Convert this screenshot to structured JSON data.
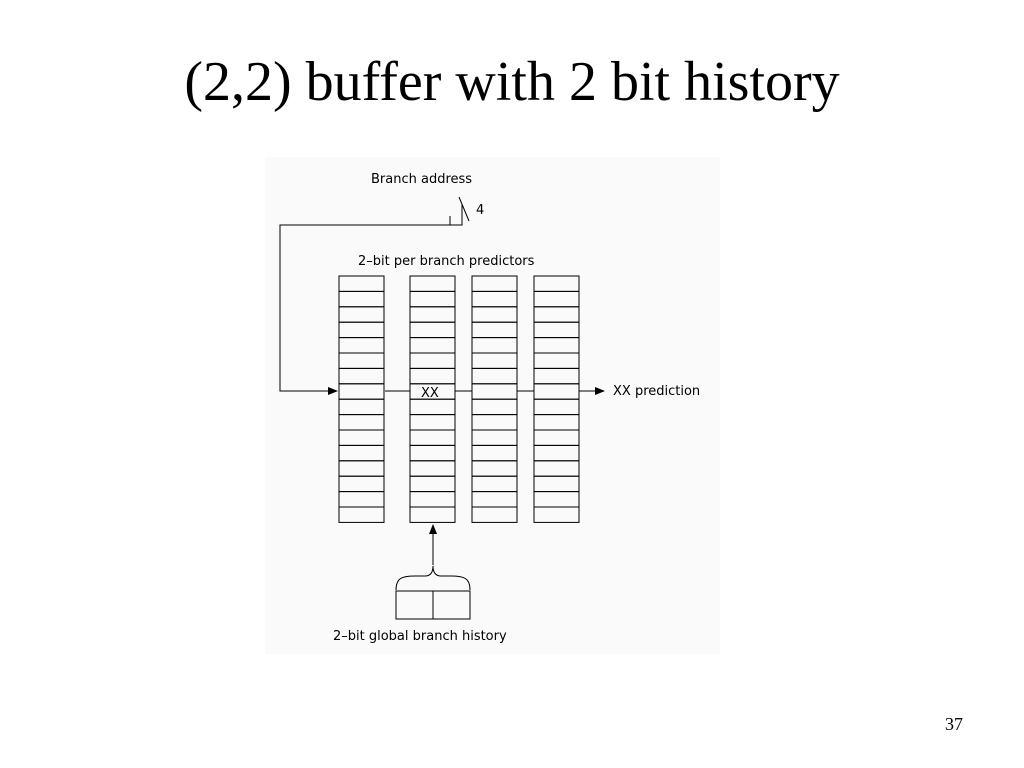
{
  "slide": {
    "title": "(2,2) buffer with 2 bit history",
    "page_number": "37"
  },
  "diagram": {
    "branch_address_label": "Branch address",
    "address_bits_label": "4",
    "predictors_label": "2–bit per branch predictors",
    "selected_entry_label": "XX",
    "prediction_label": "XX prediction",
    "history_label": "2–bit global branch history",
    "predictor_table_count": 4,
    "entries_per_table": 16,
    "selected_entry_index": 7,
    "selected_table_index": 1,
    "history_bits": 2,
    "line_color": "#000000",
    "panel_color": "#fafafa"
  }
}
